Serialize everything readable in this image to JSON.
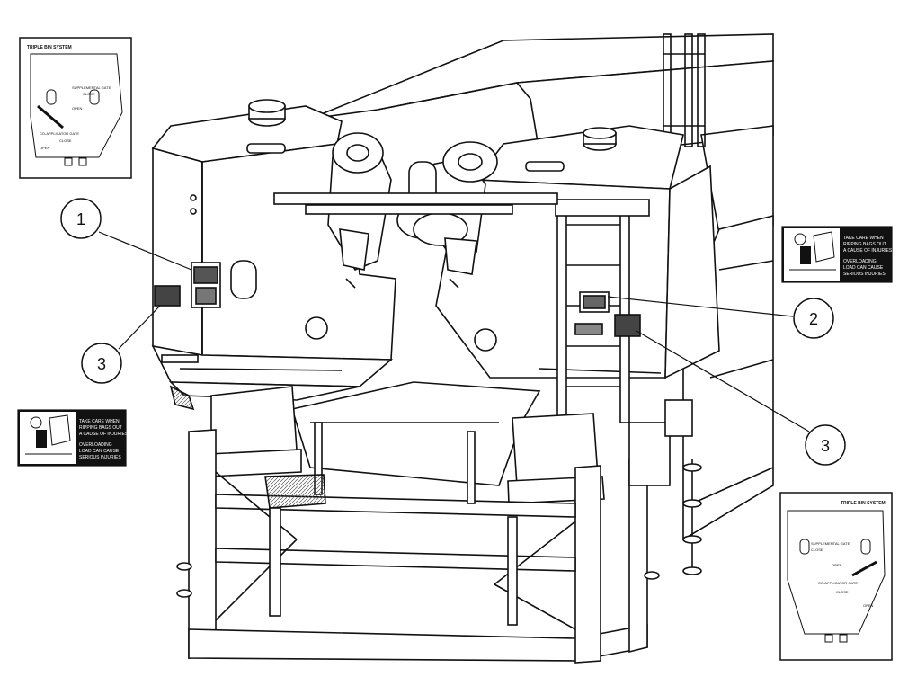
{
  "callouts": [
    {
      "id": "c1",
      "label": "1"
    },
    {
      "id": "c2",
      "label": "2"
    },
    {
      "id": "c3a",
      "label": "3"
    },
    {
      "id": "c3b",
      "label": "3"
    }
  ],
  "decal_bin_system": {
    "title": "TRIPLE BIN SYSTEM",
    "supplemental_gate": "SUPPLEMENTAL GATE",
    "close": "CLOSE",
    "open": "OPEN",
    "co_applicator_gate": "CO-APPLICATOR GATE"
  },
  "decal_caution": {
    "line1": "TAKE CARE WHEN",
    "line2": "RIPPING BAGS OUT",
    "line3": "A CAUSE OF INJURIES",
    "line4": "OVERLOADING",
    "line5": "LOAD CAN CAUSE",
    "line6": "SERIOUS INJURIES"
  },
  "colors": {
    "line": "#111111",
    "fill": "#ffffff",
    "decal_dark": "#111111",
    "gray": "#9a9a9a"
  }
}
